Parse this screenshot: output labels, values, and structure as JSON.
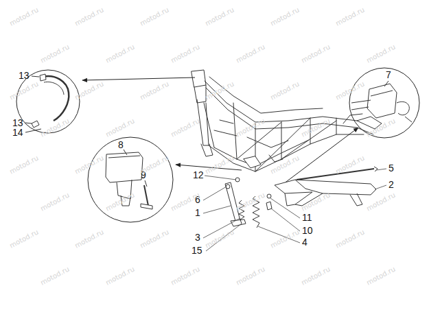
{
  "diagram": {
    "nodes": [
      {
        "text": [
          "13",
          "13",
          "14"
        ]
      },
      {
        "text": [
          "8",
          "9"
        ]
      },
      {
        "text": [
          "7"
        ]
      }
    ],
    "labels": [
      "12",
      "6",
      "1",
      "3",
      "15",
      "5",
      "2",
      "11",
      "10",
      "4",
      "motod.ru",
      "motod.ru",
      "motod.ru",
      "motod.ru",
      "motod.ru",
      "motod.ru",
      "motod.ru",
      "motod.ru",
      "motod.ru",
      "motod.ru",
      "motod.ru",
      "motod.ru",
      "motod.ru",
      "motod.ru",
      "motod.ru",
      "motod.ru",
      "motod.ru",
      "motod.ru",
      "motod.ru",
      "motod.ru",
      "motod.ru",
      "motod.ru",
      "motod.ru",
      "motod.ru",
      "motod.ru",
      "motod.ru",
      "motod.ru",
      "motod.ru",
      "motod.ru",
      "motod.ru",
      "motod.ru",
      "motod.ru",
      "motod.ru",
      "motod.ru",
      "motod.ru",
      "motod.ru",
      "motod.ru",
      "motod.ru",
      "motod.ru",
      "motod.ru",
      "motod.ru",
      "motod.ru",
      "motod.ru",
      "motod.ru",
      "motod.ru",
      "motod.ru",
      "motod.ru",
      "motod.ru"
    ]
  }
}
